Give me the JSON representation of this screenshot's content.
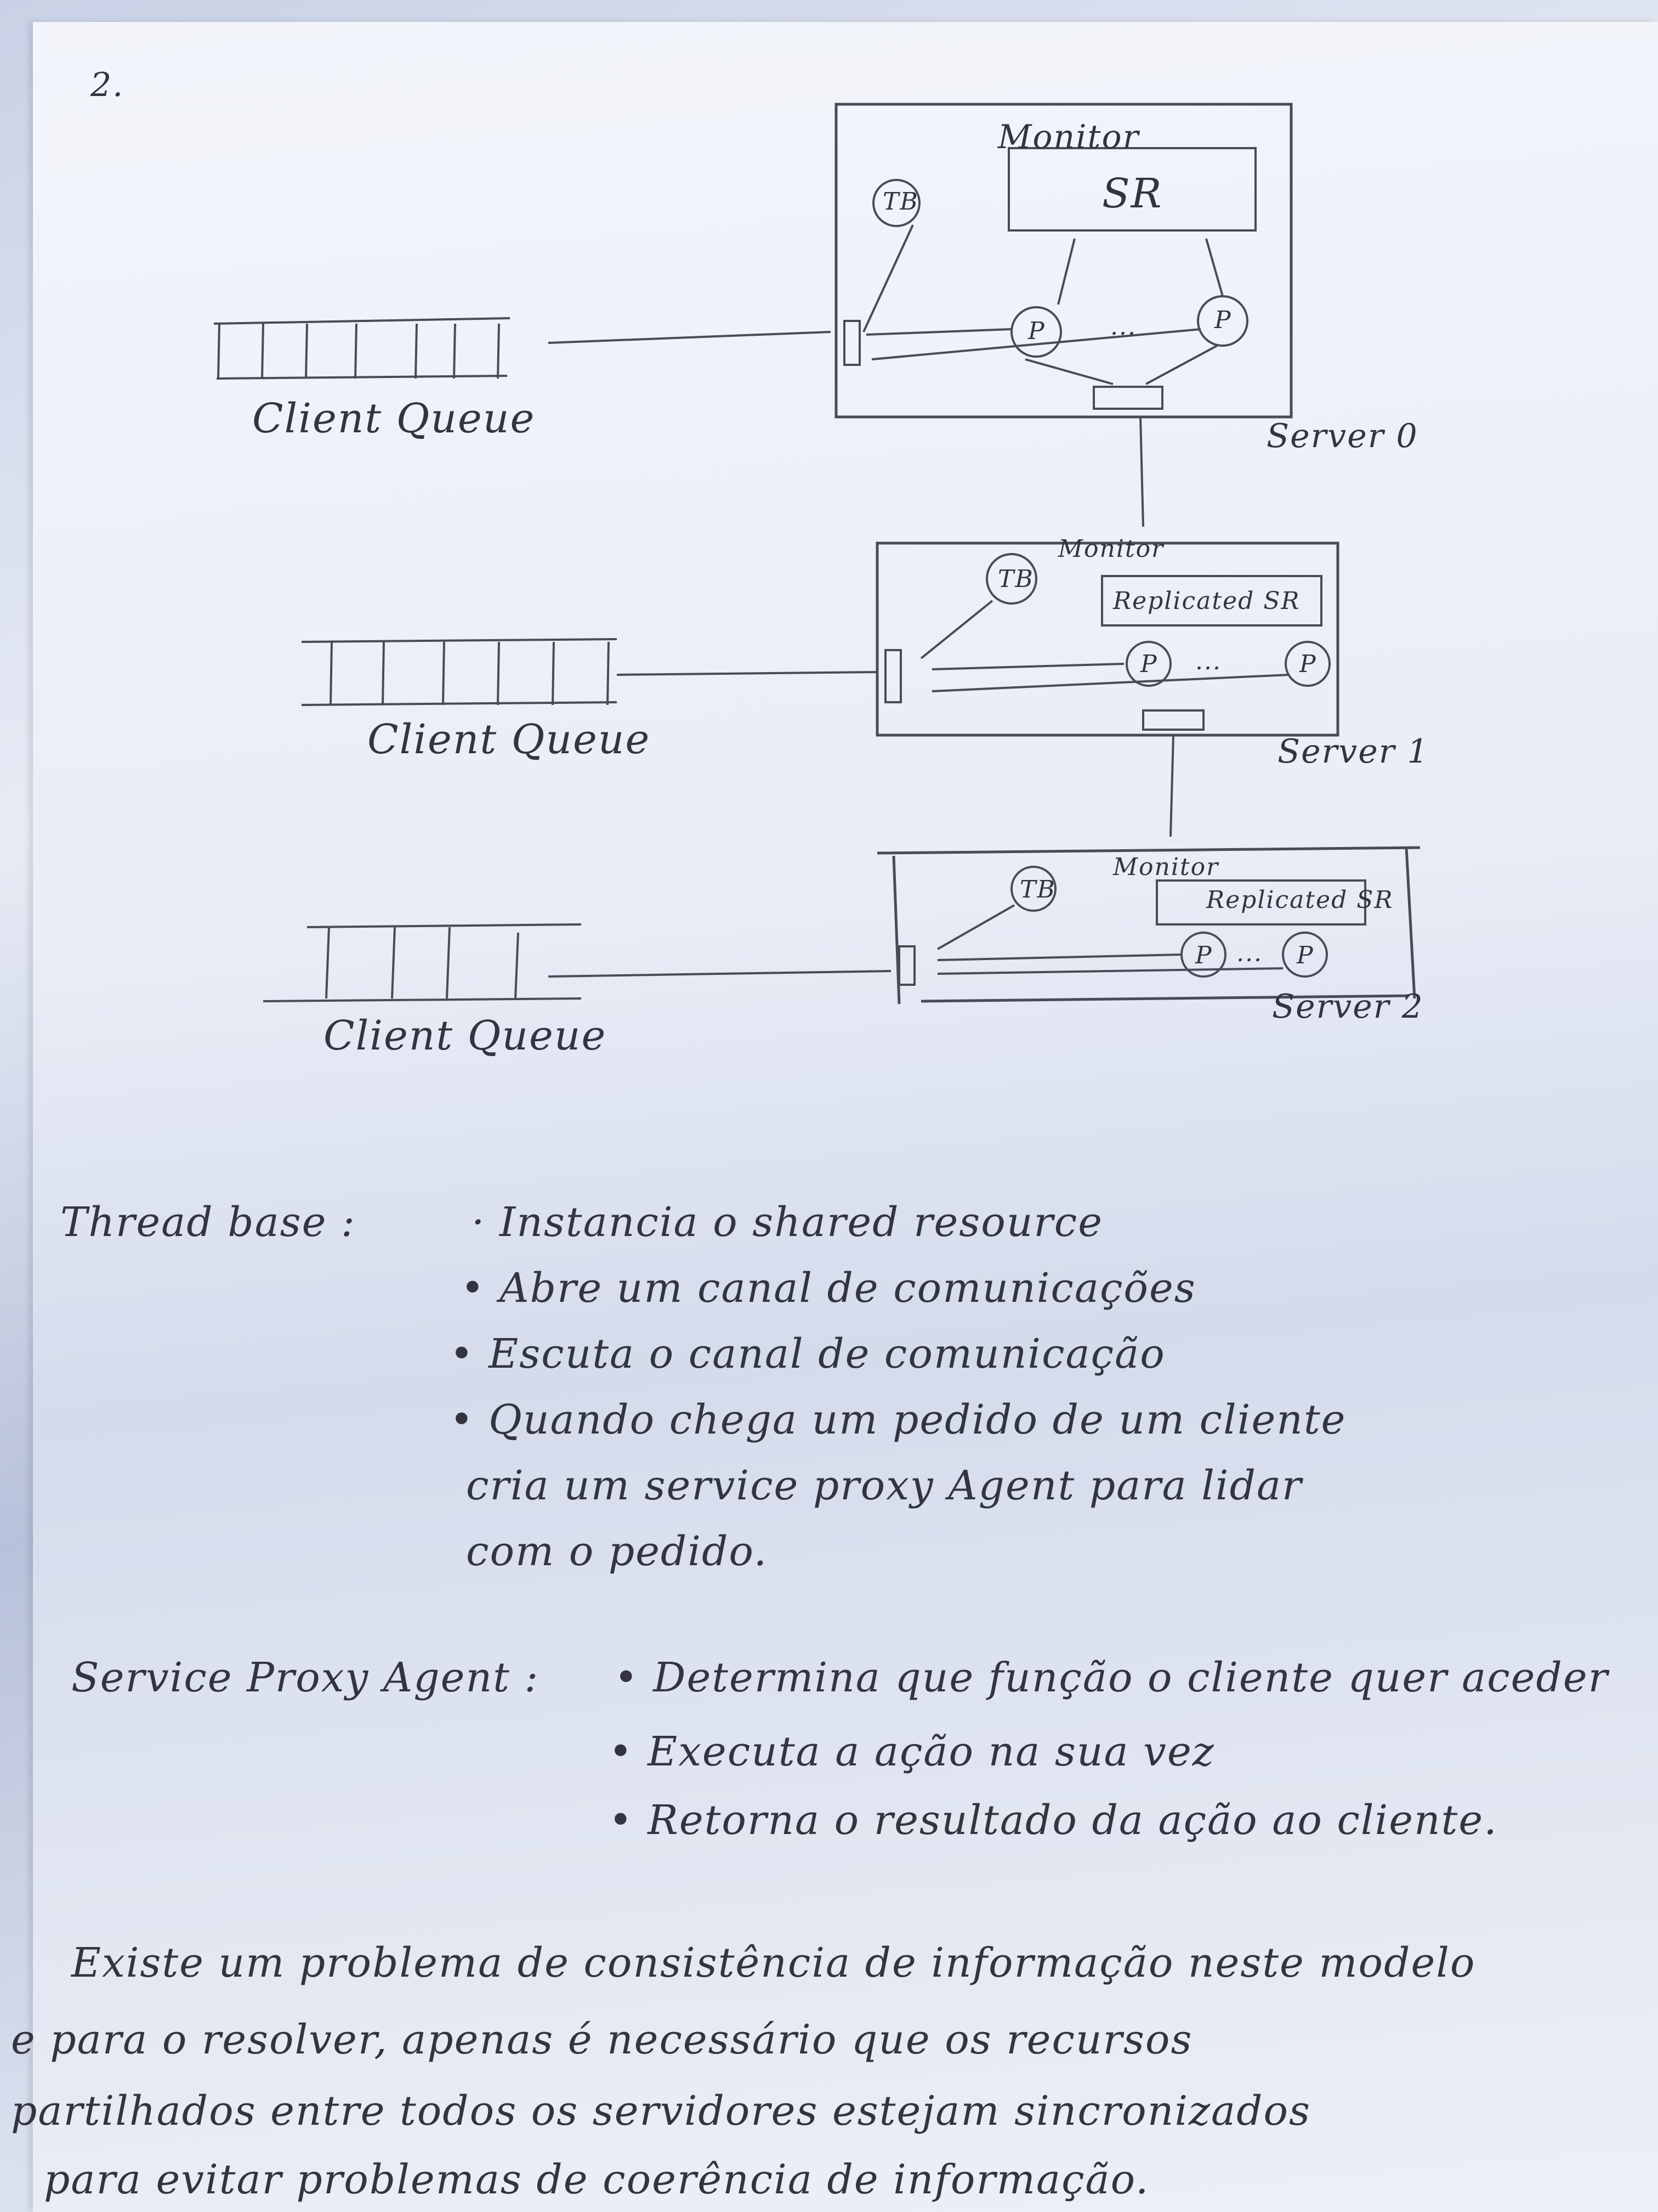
{
  "page_number": "2.",
  "diagram": {
    "servers": [
      {
        "label": "Server 0",
        "monitor_label": "Monitor",
        "resource_label": "SR",
        "thread_base": "TB",
        "proxy": "P",
        "dots": "..."
      },
      {
        "label": "Server 1",
        "monitor_label": "Monitor",
        "resource_label": "Replicated SR",
        "thread_base": "TB",
        "proxy": "P",
        "dots": "..."
      },
      {
        "label": "Server 2",
        "monitor_label": "Monitor",
        "resource_label": "Replicated SR",
        "thread_base": "TB",
        "proxy": "P",
        "dots": "..."
      }
    ],
    "queues": [
      "Client Queue",
      "Client Queue",
      "Client Queue"
    ]
  },
  "notes": {
    "thread_base": {
      "title": "Thread base :",
      "items": [
        "· Instancia o shared resource",
        "• Abre um canal de comunicações",
        "• Escuta o canal de comunicação",
        "• Quando chega um pedido de um cliente",
        "cria um service proxy Agent para lidar",
        "com o pedido."
      ]
    },
    "service_proxy": {
      "title": "Service Proxy Agent :",
      "items": [
        "• Determina que função o cliente quer aceder",
        "• Executa a ação na sua vez",
        "• Retorna o resultado da ação ao cliente."
      ]
    },
    "paragraph": [
      "Existe um problema de consistência de informação neste modelo",
      "e para o resolver, apenas é necessário que os recursos",
      "partilhados entre todos os servidores estejam sincronizados",
      "para evitar problemas de coerência de informação."
    ]
  }
}
